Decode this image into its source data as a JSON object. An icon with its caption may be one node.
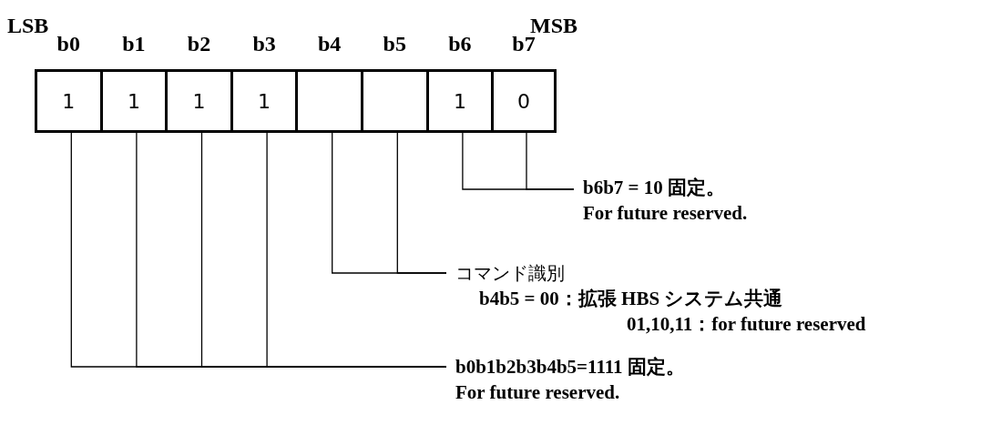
{
  "diagram": {
    "nodes": [
      {
        "text": [
          "b0",
          "1"
        ]
      },
      {
        "text": [
          "b1",
          "1"
        ]
      },
      {
        "text": [
          "b2",
          "1"
        ]
      },
      {
        "text": [
          "b3",
          "1"
        ]
      },
      {
        "text": [
          "b4"
        ]
      },
      {
        "text": [
          "b5"
        ]
      },
      {
        "text": [
          "b6",
          "1"
        ]
      },
      {
        "text": [
          "b7",
          "0"
        ]
      },
      {
        "text": [
          "b6b7 = 10 固定。",
          "For future reserved."
        ]
      },
      {
        "text": [
          "コマンド識別",
          "b4b5 =  00：拡張 HBS システム共通",
          "01,10,11：for future reserved"
        ]
      },
      {
        "text": [
          "b0b1b2b3b4b5=1111 固定。",
          "For future reserved."
        ]
      }
    ],
    "edges": [
      {
        "from": 6,
        "to": 8,
        "arrow": "none"
      },
      {
        "from": 7,
        "to": 8,
        "arrow": "none"
      },
      {
        "from": 4,
        "to": 9,
        "arrow": "none"
      },
      {
        "from": 5,
        "to": 9,
        "arrow": "none"
      },
      {
        "from": 0,
        "to": 10,
        "arrow": "none"
      },
      {
        "from": 1,
        "to": 10,
        "arrow": "none"
      },
      {
        "from": 2,
        "to": 10,
        "arrow": "none"
      },
      {
        "from": 3,
        "to": 10,
        "arrow": "none"
      }
    ],
    "labels": [
      "LSB",
      "MSB"
    ]
  }
}
